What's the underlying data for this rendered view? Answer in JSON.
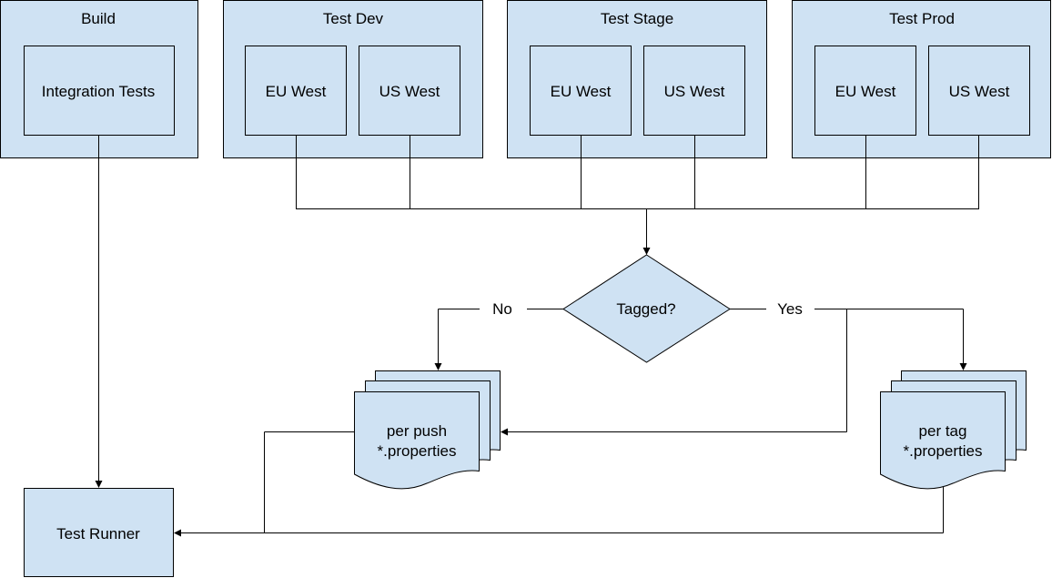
{
  "colors": {
    "fill": "#cfe2f3",
    "stroke": "#000000",
    "background": "#ffffff"
  },
  "groups": {
    "build": {
      "title": "Build",
      "inner": "Integration Tests"
    },
    "test_dev": {
      "title": "Test Dev",
      "eu": "EU West",
      "us": "US West"
    },
    "test_stage": {
      "title": "Test Stage",
      "eu": "EU West",
      "us": "US West"
    },
    "test_prod": {
      "title": "Test Prod",
      "eu": "EU West",
      "us": "US West"
    }
  },
  "decision": {
    "label": "Tagged?",
    "no_label": "No",
    "yes_label": "Yes"
  },
  "documents": {
    "per_push": {
      "line1": "per push",
      "line2": "*.properties"
    },
    "per_tag": {
      "line1": "per tag",
      "line2": "*.properties"
    }
  },
  "runner": {
    "label": "Test Runner"
  }
}
